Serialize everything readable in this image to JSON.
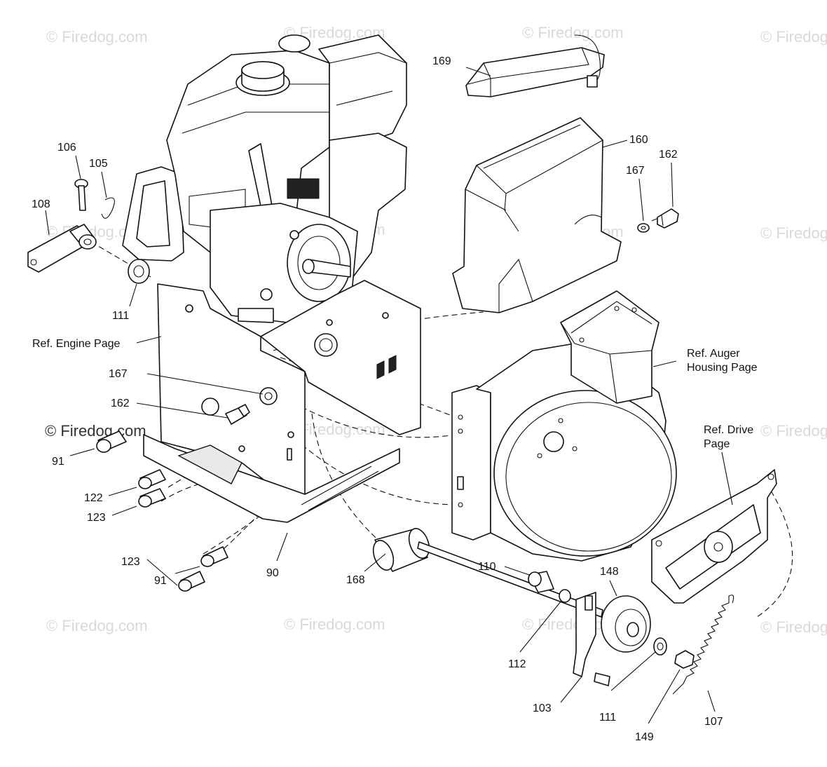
{
  "watermark": {
    "text": "© Firedog.com",
    "dark_text": "© Firedog.com"
  },
  "callouts": [
    {
      "id": "169",
      "text": "169"
    },
    {
      "id": "160",
      "text": "160"
    },
    {
      "id": "162a",
      "text": "162"
    },
    {
      "id": "167a",
      "text": "167"
    },
    {
      "id": "106",
      "text": "106"
    },
    {
      "id": "105",
      "text": "105"
    },
    {
      "id": "108",
      "text": "108"
    },
    {
      "id": "111a",
      "text": "111"
    },
    {
      "id": "167b",
      "text": "167"
    },
    {
      "id": "162b",
      "text": "162"
    },
    {
      "id": "91a",
      "text": "91"
    },
    {
      "id": "122",
      "text": "122"
    },
    {
      "id": "123a",
      "text": "123"
    },
    {
      "id": "123b",
      "text": "123"
    },
    {
      "id": "91b",
      "text": "91"
    },
    {
      "id": "90",
      "text": "90"
    },
    {
      "id": "168",
      "text": "168"
    },
    {
      "id": "110",
      "text": "110"
    },
    {
      "id": "148",
      "text": "148"
    },
    {
      "id": "112",
      "text": "112"
    },
    {
      "id": "103",
      "text": "103"
    },
    {
      "id": "111b",
      "text": "111"
    },
    {
      "id": "149",
      "text": "149"
    },
    {
      "id": "107",
      "text": "107"
    }
  ],
  "references": {
    "engine": "Ref. Engine Page",
    "auger_line1": "Ref. Auger",
    "auger_line2": "Housing Page",
    "drive_line1": "Ref. Drive",
    "drive_line2": "Page"
  }
}
